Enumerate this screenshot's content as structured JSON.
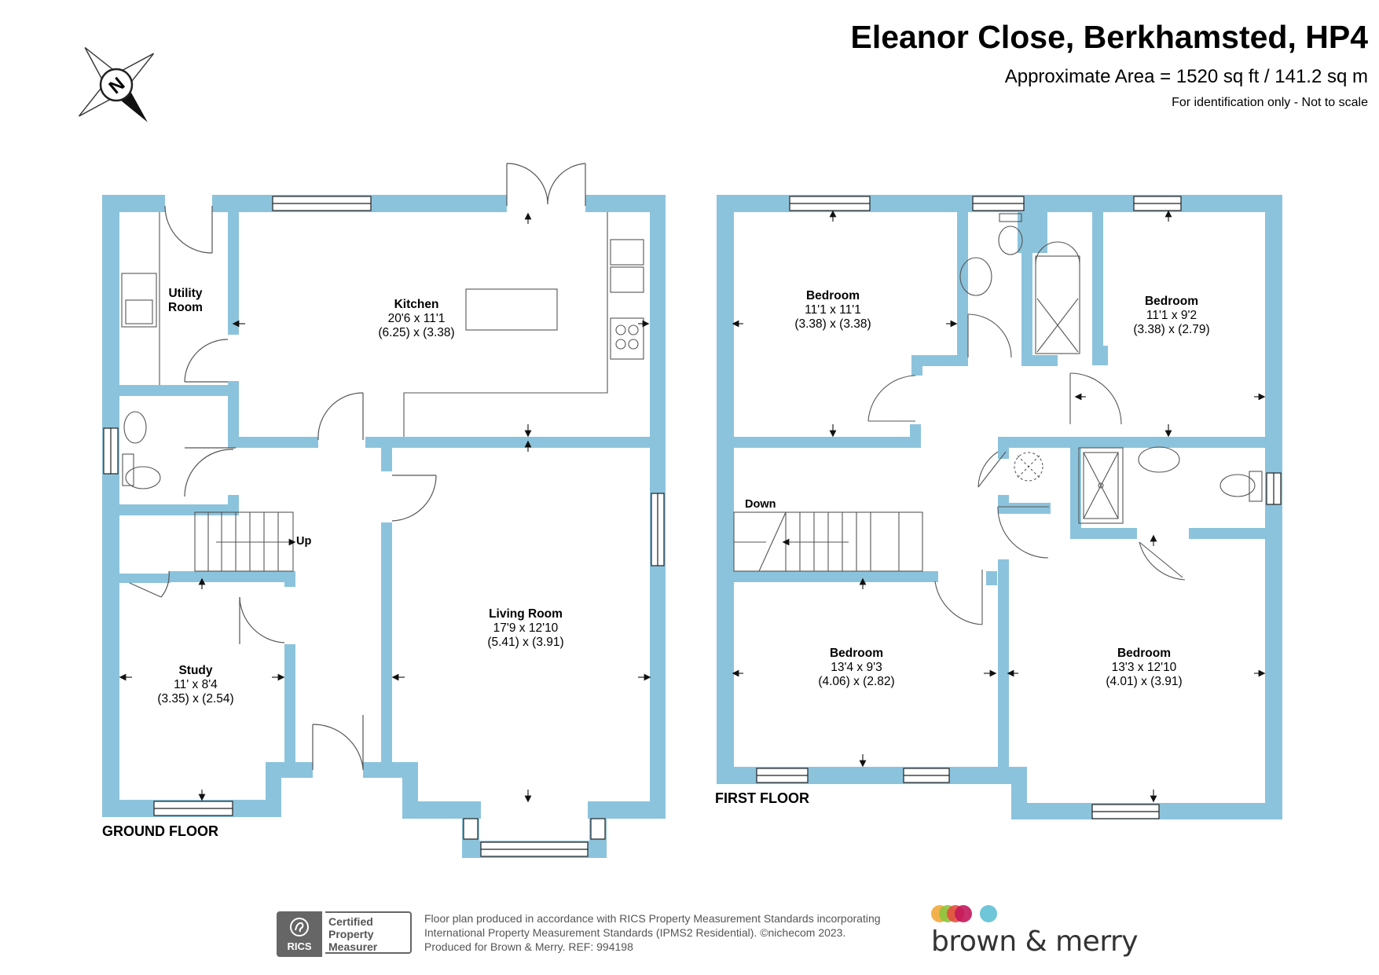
{
  "header": {
    "title": "Eleanor Close, Berkhamsted, HP4",
    "area": "Approximate Area = 1520 sq ft / 141.2 sq m",
    "note": "For identification only - Not to scale"
  },
  "compass": {
    "letter": "N"
  },
  "colors": {
    "wall": "#8cc3dc",
    "fixture": "#555555",
    "text": "#000000"
  },
  "ground_floor": {
    "label": "GROUND FLOOR",
    "stair_label": "Up",
    "rooms": [
      {
        "name": "Utility",
        "name2": "Room",
        "imperial": "",
        "metric": ""
      },
      {
        "name": "Kitchen",
        "imperial": "20'6 x 11'1",
        "metric": "(6.25) x (3.38)"
      },
      {
        "name": "Living Room",
        "imperial": "17'9 x 12'10",
        "metric": "(5.41) x (3.91)"
      },
      {
        "name": "Study",
        "imperial": "11' x 8'4",
        "metric": "(3.35) x (2.54)"
      }
    ]
  },
  "first_floor": {
    "label": "FIRST FLOOR",
    "stair_label": "Down",
    "rooms": [
      {
        "name": "Bedroom",
        "imperial": "11'1 x 11'1",
        "metric": "(3.38) x (3.38)"
      },
      {
        "name": "Bedroom",
        "imperial": "11'1 x 9'2",
        "metric": "(3.38) x (2.79)"
      },
      {
        "name": "Bedroom",
        "imperial": "13'4 x 9'3",
        "metric": "(4.06) x (2.82)"
      },
      {
        "name": "Bedroom",
        "imperial": "13'3 x 12'10",
        "metric": "(4.01) x (3.91)"
      }
    ]
  },
  "footer": {
    "rics_logo": "RICS",
    "rics_badge": [
      "Certified",
      "Property",
      "Measurer"
    ],
    "lines": [
      "Floor plan produced in accordance with RICS Property Measurement Standards incorporating",
      "International Property Measurement Standards (IPMS2 Residential).   ©nichecom 2023.",
      "Produced for Brown & Merry.   REF:  994198"
    ],
    "brand": "brown & merry",
    "brand_dots": [
      "#f2a93b",
      "#8cc63f",
      "#e84e40",
      "#c2185b",
      "#6ec6d8"
    ]
  }
}
